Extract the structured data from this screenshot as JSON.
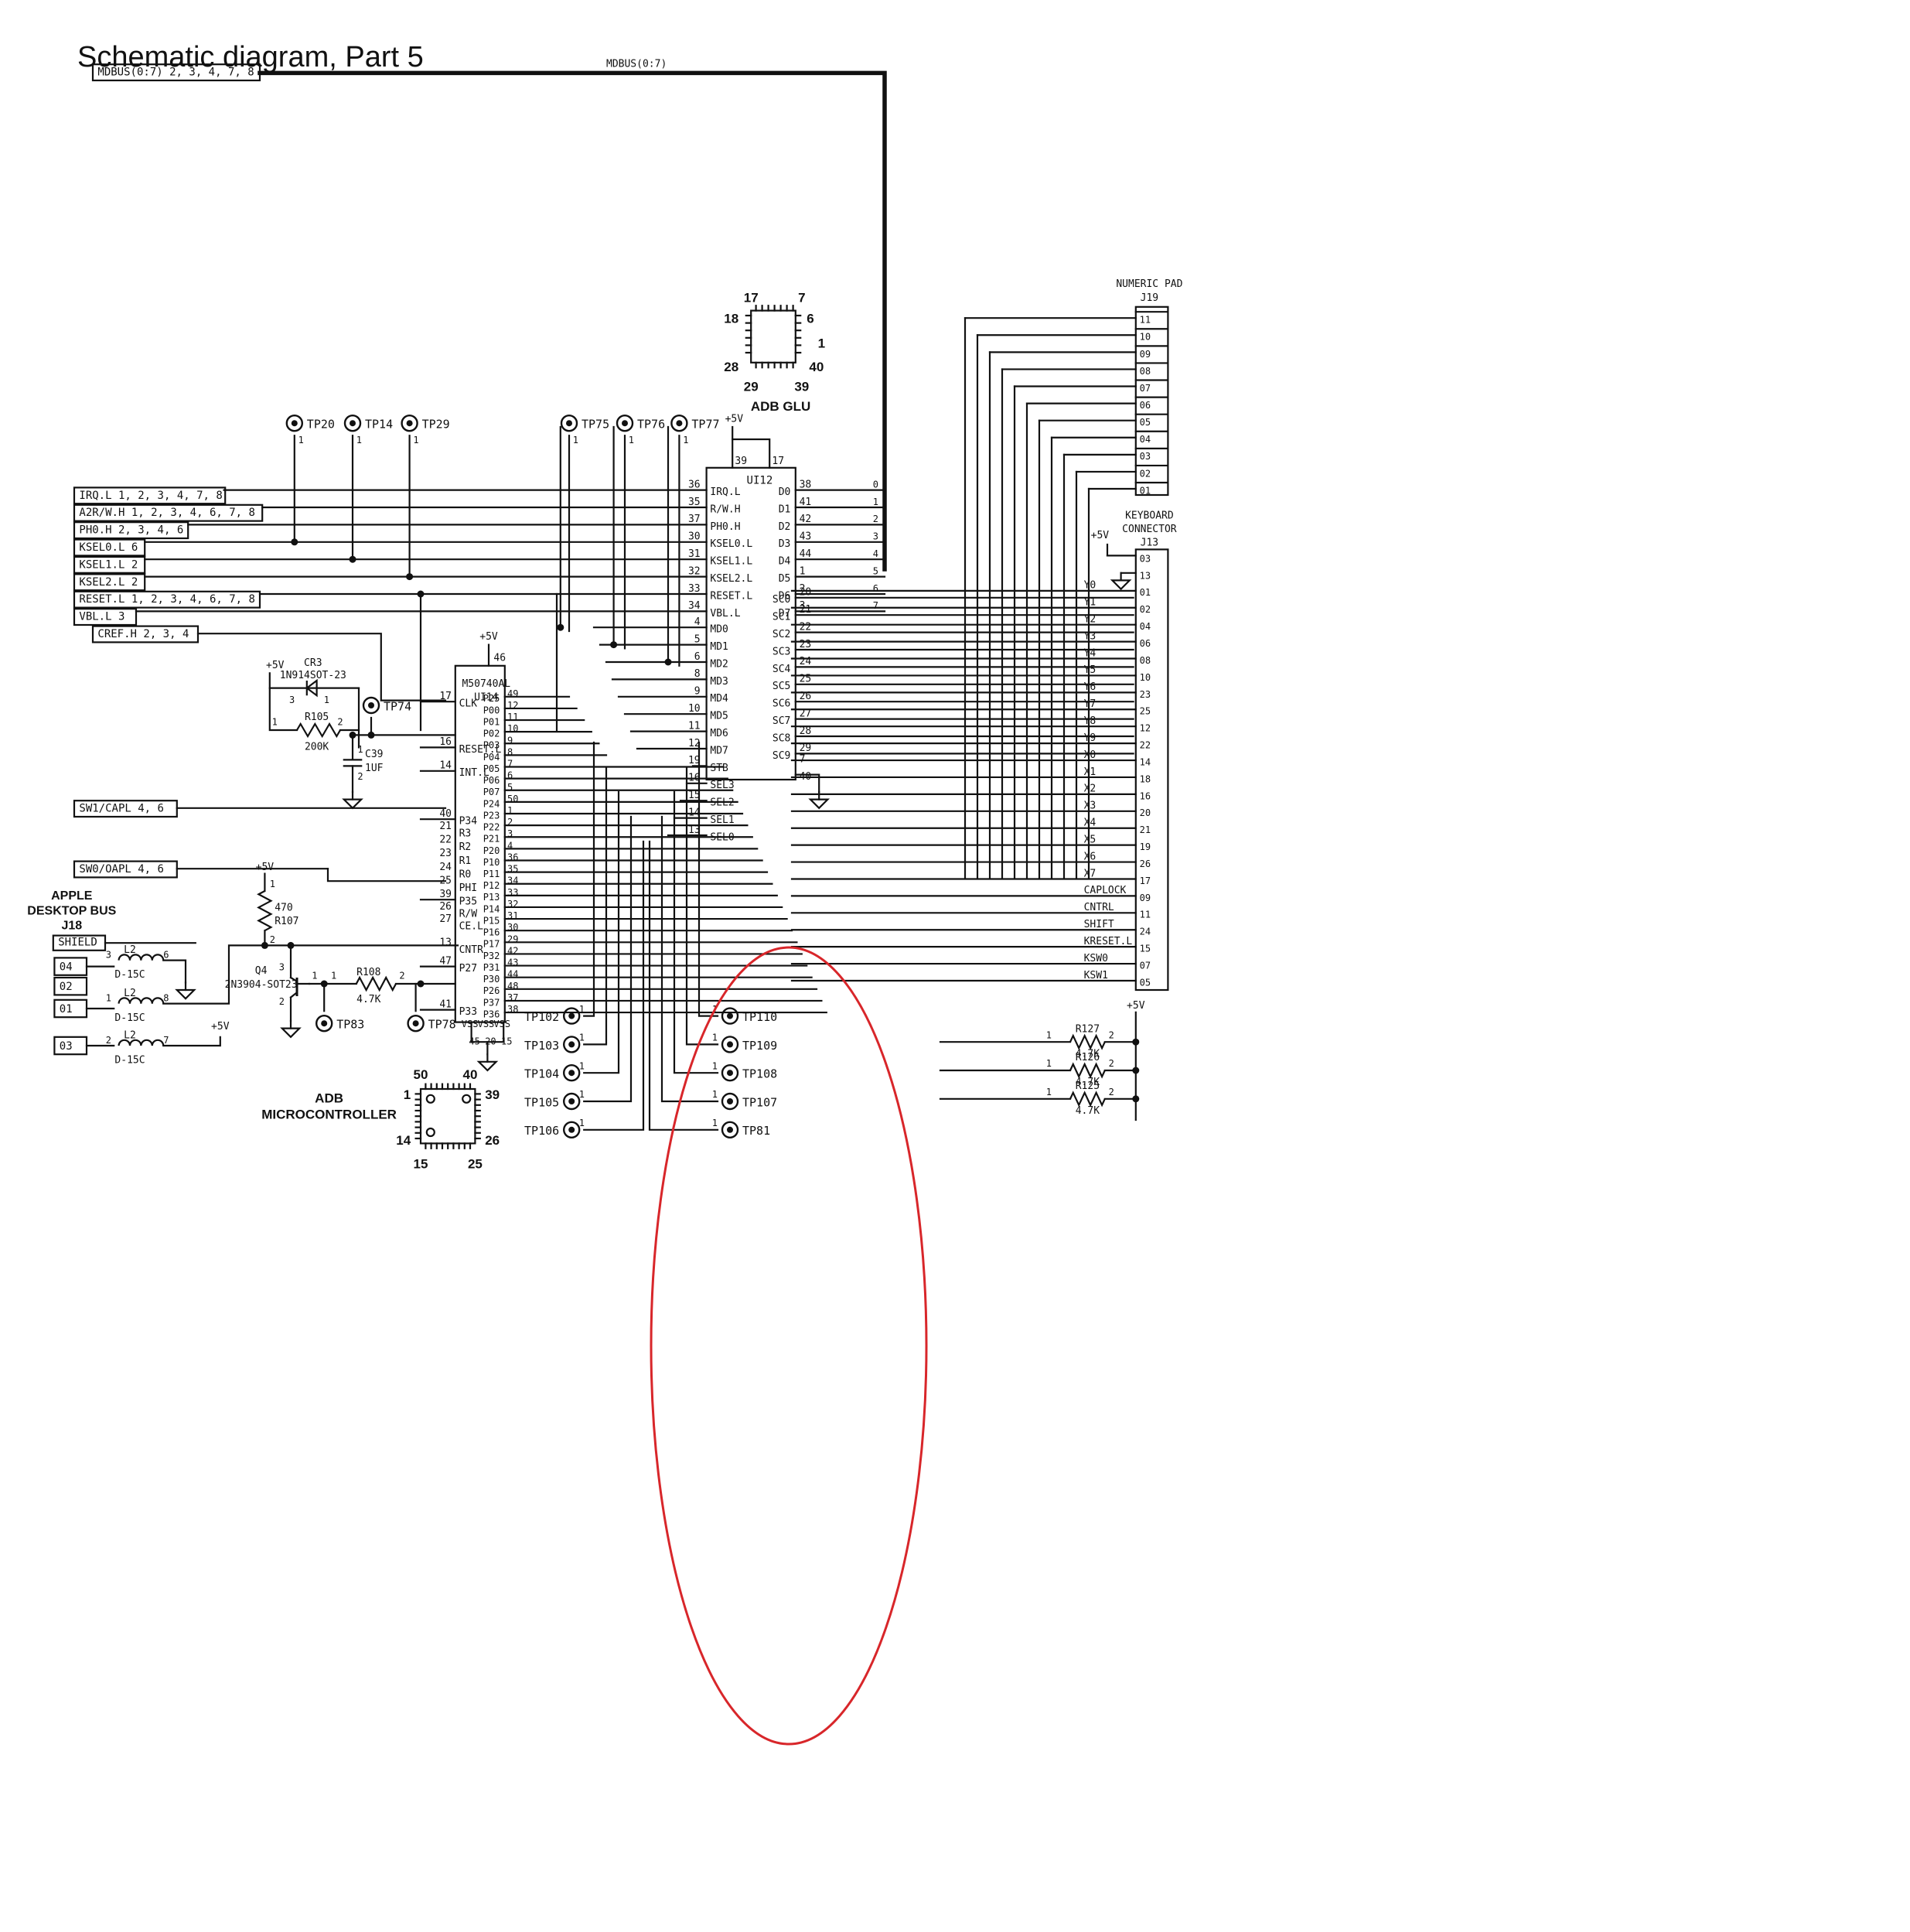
{
  "title": "Schematic diagram, Part 5",
  "colors": {
    "ink": "#111111",
    "highlight": "#d8262a",
    "background": "#ffffff"
  },
  "bus": {
    "offpage_label": "MDBUS(0:7) 2, 3, 4, 7, 8",
    "net_label": "MDBUS(0:7)"
  },
  "offpage_connectors": [
    "IRQ.L 1, 2, 3, 4, 7, 8",
    "A2R/W.H 1, 2, 3, 4, 6, 7, 8",
    "PH0.H 2, 3, 4, 6",
    "KSEL0.L 6",
    "KSEL1.L 2",
    "KSEL2.L 2",
    "RESET.L 1, 2, 3, 4, 6, 7, 8",
    "VBL.L 3",
    "CREF.H 2, 3, 4",
    "SW1/CAPL 4, 6",
    "SW0/OAPL 4, 6"
  ],
  "test_points_top": [
    "TP20",
    "TP14",
    "TP29",
    "TP75",
    "TP76",
    "TP77"
  ],
  "test_points_left_bottom": [
    "TP102",
    "TP103",
    "TP104",
    "TP105",
    "TP106"
  ],
  "test_points_right_bottom": [
    "TP110",
    "TP109",
    "TP108",
    "TP107",
    "TP81"
  ],
  "test_points_misc": [
    "TP74",
    "TP83",
    "TP78"
  ],
  "glu_package": {
    "label": "ADB GLU",
    "pins": [
      "17",
      "7",
      "18",
      "6",
      "1",
      "28",
      "40",
      "29",
      "39"
    ]
  },
  "u112": {
    "ref": "UI12",
    "top_pins": [
      "39",
      "17"
    ],
    "left": [
      {
        "pin": "36",
        "sig": "IRQ.L"
      },
      {
        "pin": "35",
        "sig": "R/W.H"
      },
      {
        "pin": "37",
        "sig": "PH0.H"
      },
      {
        "pin": "30",
        "sig": "KSEL0.L"
      },
      {
        "pin": "31",
        "sig": "KSEL1.L"
      },
      {
        "pin": "32",
        "sig": "KSEL2.L"
      },
      {
        "pin": "33",
        "sig": "RESET.L"
      },
      {
        "pin": "34",
        "sig": "VBL.L"
      },
      {
        "pin": "4",
        "sig": "MD0"
      },
      {
        "pin": "5",
        "sig": "MD1"
      },
      {
        "pin": "6",
        "sig": "MD2"
      },
      {
        "pin": "8",
        "sig": "MD3"
      },
      {
        "pin": "9",
        "sig": "MD4"
      },
      {
        "pin": "10",
        "sig": "MD5"
      },
      {
        "pin": "11",
        "sig": "MD6"
      },
      {
        "pin": "12",
        "sig": "MD7"
      },
      {
        "pin": "19",
        "sig": "STB"
      },
      {
        "pin": "16",
        "sig": "SEL3"
      },
      {
        "pin": "15",
        "sig": "SEL2"
      },
      {
        "pin": "14",
        "sig": "SEL1"
      },
      {
        "pin": "13",
        "sig": "SEL0"
      }
    ],
    "right_d": [
      {
        "pin": "38",
        "sig": "D0",
        "bit": "0"
      },
      {
        "pin": "41",
        "sig": "D1",
        "bit": "1"
      },
      {
        "pin": "42",
        "sig": "D2",
        "bit": "2"
      },
      {
        "pin": "43",
        "sig": "D3",
        "bit": "3"
      },
      {
        "pin": "44",
        "sig": "D4",
        "bit": "4"
      },
      {
        "pin": "1",
        "sig": "D5",
        "bit": "5"
      },
      {
        "pin": "2",
        "sig": "D6",
        "bit": "6"
      },
      {
        "pin": "3",
        "sig": "D7",
        "bit": "7"
      }
    ],
    "right_sc": [
      {
        "pin": "20",
        "sig": "SC0"
      },
      {
        "pin": "21",
        "sig": "SC1"
      },
      {
        "pin": "22",
        "sig": "SC2"
      },
      {
        "pin": "23",
        "sig": "SC3"
      },
      {
        "pin": "24",
        "sig": "SC4"
      },
      {
        "pin": "25",
        "sig": "SC5"
      },
      {
        "pin": "26",
        "sig": "SC6"
      },
      {
        "pin": "27",
        "sig": "SC7"
      },
      {
        "pin": "28",
        "sig": "SC8"
      },
      {
        "pin": "29",
        "sig": "SC9"
      }
    ],
    "bottom_pins": [
      "7",
      "40"
    ]
  },
  "u114": {
    "part": "M50740AL",
    "ref": "UI14",
    "supply": "+5V",
    "supply_pin": "46",
    "left": [
      {
        "pin": "17",
        "sig": "CLK"
      },
      {
        "pin": "16",
        "sig": "RESET.L"
      },
      {
        "pin": "14",
        "sig": "INT.L"
      },
      {
        "pin": "40",
        "sig": "P34"
      },
      {
        "pin": "21",
        "sig": "R3"
      },
      {
        "pin": "22",
        "sig": "R2"
      },
      {
        "pin": "23",
        "sig": "R1"
      },
      {
        "pin": "24",
        "sig": "R0"
      },
      {
        "pin": "25",
        "sig": "PHI"
      },
      {
        "pin": "39",
        "sig": "P35"
      },
      {
        "pin": "26",
        "sig": "R/W"
      },
      {
        "pin": "27",
        "sig": "CE.L"
      },
      {
        "pin": "13",
        "sig": "CNTR"
      },
      {
        "pin": "47",
        "sig": "P27"
      },
      {
        "pin": "41",
        "sig": "P33"
      }
    ],
    "right": [
      {
        "pin": "49",
        "sig": "P25"
      },
      {
        "pin": "12",
        "sig": "P00"
      },
      {
        "pin": "11",
        "sig": "P01"
      },
      {
        "pin": "10",
        "sig": "P02"
      },
      {
        "pin": "9",
        "sig": "P03"
      },
      {
        "pin": "8",
        "sig": "P04"
      },
      {
        "pin": "7",
        "sig": "P05"
      },
      {
        "pin": "6",
        "sig": "P06"
      },
      {
        "pin": "5",
        "sig": "P07"
      },
      {
        "pin": "50",
        "sig": "P24"
      },
      {
        "pin": "1",
        "sig": "P23"
      },
      {
        "pin": "2",
        "sig": "P22"
      },
      {
        "pin": "3",
        "sig": "P21"
      },
      {
        "pin": "4",
        "sig": "P20"
      },
      {
        "pin": "36",
        "sig": "P10"
      },
      {
        "pin": "35",
        "sig": "P11"
      },
      {
        "pin": "34",
        "sig": "P12"
      },
      {
        "pin": "33",
        "sig": "P13"
      },
      {
        "pin": "32",
        "sig": "P14"
      },
      {
        "pin": "31",
        "sig": "P15"
      },
      {
        "pin": "30",
        "sig": "P16"
      },
      {
        "pin": "29",
        "sig": "P17"
      },
      {
        "pin": "42",
        "sig": "P32"
      },
      {
        "pin": "43",
        "sig": "P31"
      },
      {
        "pin": "44",
        "sig": "P30"
      },
      {
        "pin": "48",
        "sig": "P26"
      },
      {
        "pin": "37",
        "sig": "P37"
      },
      {
        "pin": "38",
        "sig": "P36"
      }
    ],
    "bottom_names": [
      "VSS",
      "VSS",
      "VSS"
    ],
    "bottom_pins": [
      "45",
      "20",
      "15"
    ]
  },
  "mc_package": {
    "label1": "ADB",
    "label2": "MICROCONTROLLER",
    "pins": [
      "50",
      "40",
      "1",
      "39",
      "14",
      "26",
      "15",
      "25"
    ]
  },
  "numeric_pad": {
    "title1": "NUMERIC PAD",
    "title2": "J19",
    "pins": [
      "11",
      "10",
      "09",
      "08",
      "07",
      "06",
      "05",
      "04",
      "03",
      "02",
      "01"
    ]
  },
  "keyboard": {
    "title1": "KEYBOARD",
    "title2": "CONNECTOR",
    "title3": "J13",
    "supply": "+5V",
    "rows": [
      {
        "sig": "",
        "pin": "03"
      },
      {
        "sig": "",
        "pin": "13"
      },
      {
        "sig": "Y0",
        "pin": "01"
      },
      {
        "sig": "Y1",
        "pin": "02"
      },
      {
        "sig": "Y2",
        "pin": "04"
      },
      {
        "sig": "Y3",
        "pin": "06"
      },
      {
        "sig": "Y4",
        "pin": "08"
      },
      {
        "sig": "Y5",
        "pin": "10"
      },
      {
        "sig": "Y6",
        "pin": "23"
      },
      {
        "sig": "Y7",
        "pin": "25"
      },
      {
        "sig": "Y8",
        "pin": "12"
      },
      {
        "sig": "Y9",
        "pin": "22"
      },
      {
        "sig": "X0",
        "pin": "14"
      },
      {
        "sig": "X1",
        "pin": "18"
      },
      {
        "sig": "X2",
        "pin": "16"
      },
      {
        "sig": "X3",
        "pin": "20"
      },
      {
        "sig": "X4",
        "pin": "21"
      },
      {
        "sig": "X5",
        "pin": "19"
      },
      {
        "sig": "X6",
        "pin": "26"
      },
      {
        "sig": "X7",
        "pin": "17"
      },
      {
        "sig": "CAPLOCK",
        "pin": "09"
      },
      {
        "sig": "CNTRL",
        "pin": "11"
      },
      {
        "sig": "SHIFT",
        "pin": "24"
      },
      {
        "sig": "KRESET.L",
        "pin": "15"
      },
      {
        "sig": "KSW0",
        "pin": "07"
      },
      {
        "sig": "KSW1",
        "pin": "05"
      }
    ]
  },
  "pullups": {
    "supply": "+5V",
    "items": [
      {
        "ref": "R127",
        "val": "4.7K",
        "p1": "1",
        "p2": "2"
      },
      {
        "ref": "R126",
        "val": "4.7K",
        "p1": "1",
        "p2": "2"
      },
      {
        "ref": "R125",
        "val": "4.7K",
        "p1": "1",
        "p2": "2"
      }
    ]
  },
  "reset_network": {
    "supply": "+5V",
    "diode_ref": "CR3",
    "diode_part": "1N914SOT-23",
    "diode_pins": [
      "3",
      "1"
    ],
    "res_ref": "R105",
    "res_val": "200K",
    "res_pins": [
      "1",
      "2"
    ],
    "cap_ref": "C39",
    "cap_val": "1UF",
    "cap_pins": [
      "1",
      "2"
    ]
  },
  "adb_port": {
    "title1": "APPLE",
    "title2": "DESKTOP BUS",
    "title3": "J18",
    "shield": "SHIELD",
    "pins": [
      "04",
      "02",
      "01",
      "03"
    ],
    "inductor_ref": "L2",
    "inductor_part": "D-15C",
    "ind_pins": [
      [
        "3",
        "6"
      ],
      [
        "1",
        "8"
      ],
      [
        "2",
        "7"
      ]
    ],
    "supply": "+5V"
  },
  "transistor": {
    "ref": "Q4",
    "part": "2N3904-SOT23",
    "pins": [
      "3",
      "1",
      "2"
    ],
    "r_pull_ref": "R107",
    "r_pull_val": "470",
    "r_pull_pins": [
      "1",
      "2"
    ],
    "r_base_ref": "R108",
    "r_base_val": "4.7K",
    "r_base_pins": [
      "1",
      "2"
    ],
    "supply": "+5V"
  }
}
